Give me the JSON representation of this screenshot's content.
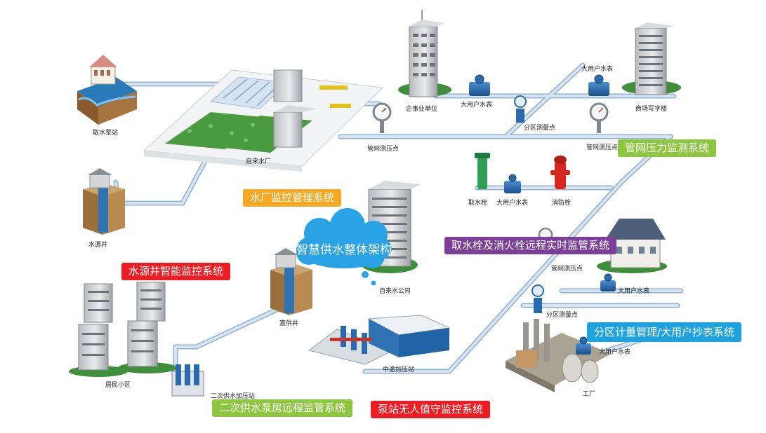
{
  "diagram": {
    "center_title": "智慧供水整体架构",
    "nodes": {
      "intake_pump_station": "取水泵站",
      "water_plant": "自来水厂",
      "water_source_well": "水源井",
      "enterprise_unit": "企事业单位",
      "large_user_meter_1": "大用户水表",
      "large_user_meter_2": "大用户水表",
      "zone_metering_point_1": "分区测量点",
      "office_building": "商场写字楼",
      "pipe_pressure_point_1": "管网测压点",
      "pipe_pressure_point_2": "管网测压点",
      "hydrant_intake": "取水栓",
      "large_user_meter_3": "大用户水表",
      "fire_hydrant": "消防栓",
      "water_company": "自来水公司",
      "pipe_pressure_point_3": "管网测压点",
      "large_user_meter_4": "大用户水表",
      "zone_metering_point_2": "分区测量点",
      "direct_supply_well": "直供井",
      "residential_area": "居民小区",
      "secondary_booster_station": "二次供水加压站",
      "midway_booster_station": "中途加压站",
      "large_user_meter_5": "大用户水表",
      "factory": "工厂"
    },
    "systems": [
      {
        "id": "pipe_pressure",
        "label": "管网压力监测系统",
        "color": "#8dc63f"
      },
      {
        "id": "plant_monitor",
        "label": "水厂监控管理系统",
        "color": "#f7a823"
      },
      {
        "id": "hydrant_monitor",
        "label": "取水栓及消火栓远程实时监管系统",
        "color": "#7b3f97"
      },
      {
        "id": "well_monitor",
        "label": "水源井智能监控系统",
        "color": "#ee1d23"
      },
      {
        "id": "zone_metering",
        "label": "分区计量管理/大用户抄表系统",
        "color": "#1fa3e0"
      },
      {
        "id": "secondary_pump",
        "label": "二次供水泵房远程监管系统",
        "color": "#8dc63f"
      },
      {
        "id": "pump_unattended",
        "label": "泵站无人值守监控系统",
        "color": "#ee1d23"
      }
    ],
    "colors": {
      "pipe": "#b8cfe4",
      "pipe_edge": "#8fb0cf",
      "cloud": "#29a3e6",
      "greenery": "#3e8e3a"
    }
  }
}
